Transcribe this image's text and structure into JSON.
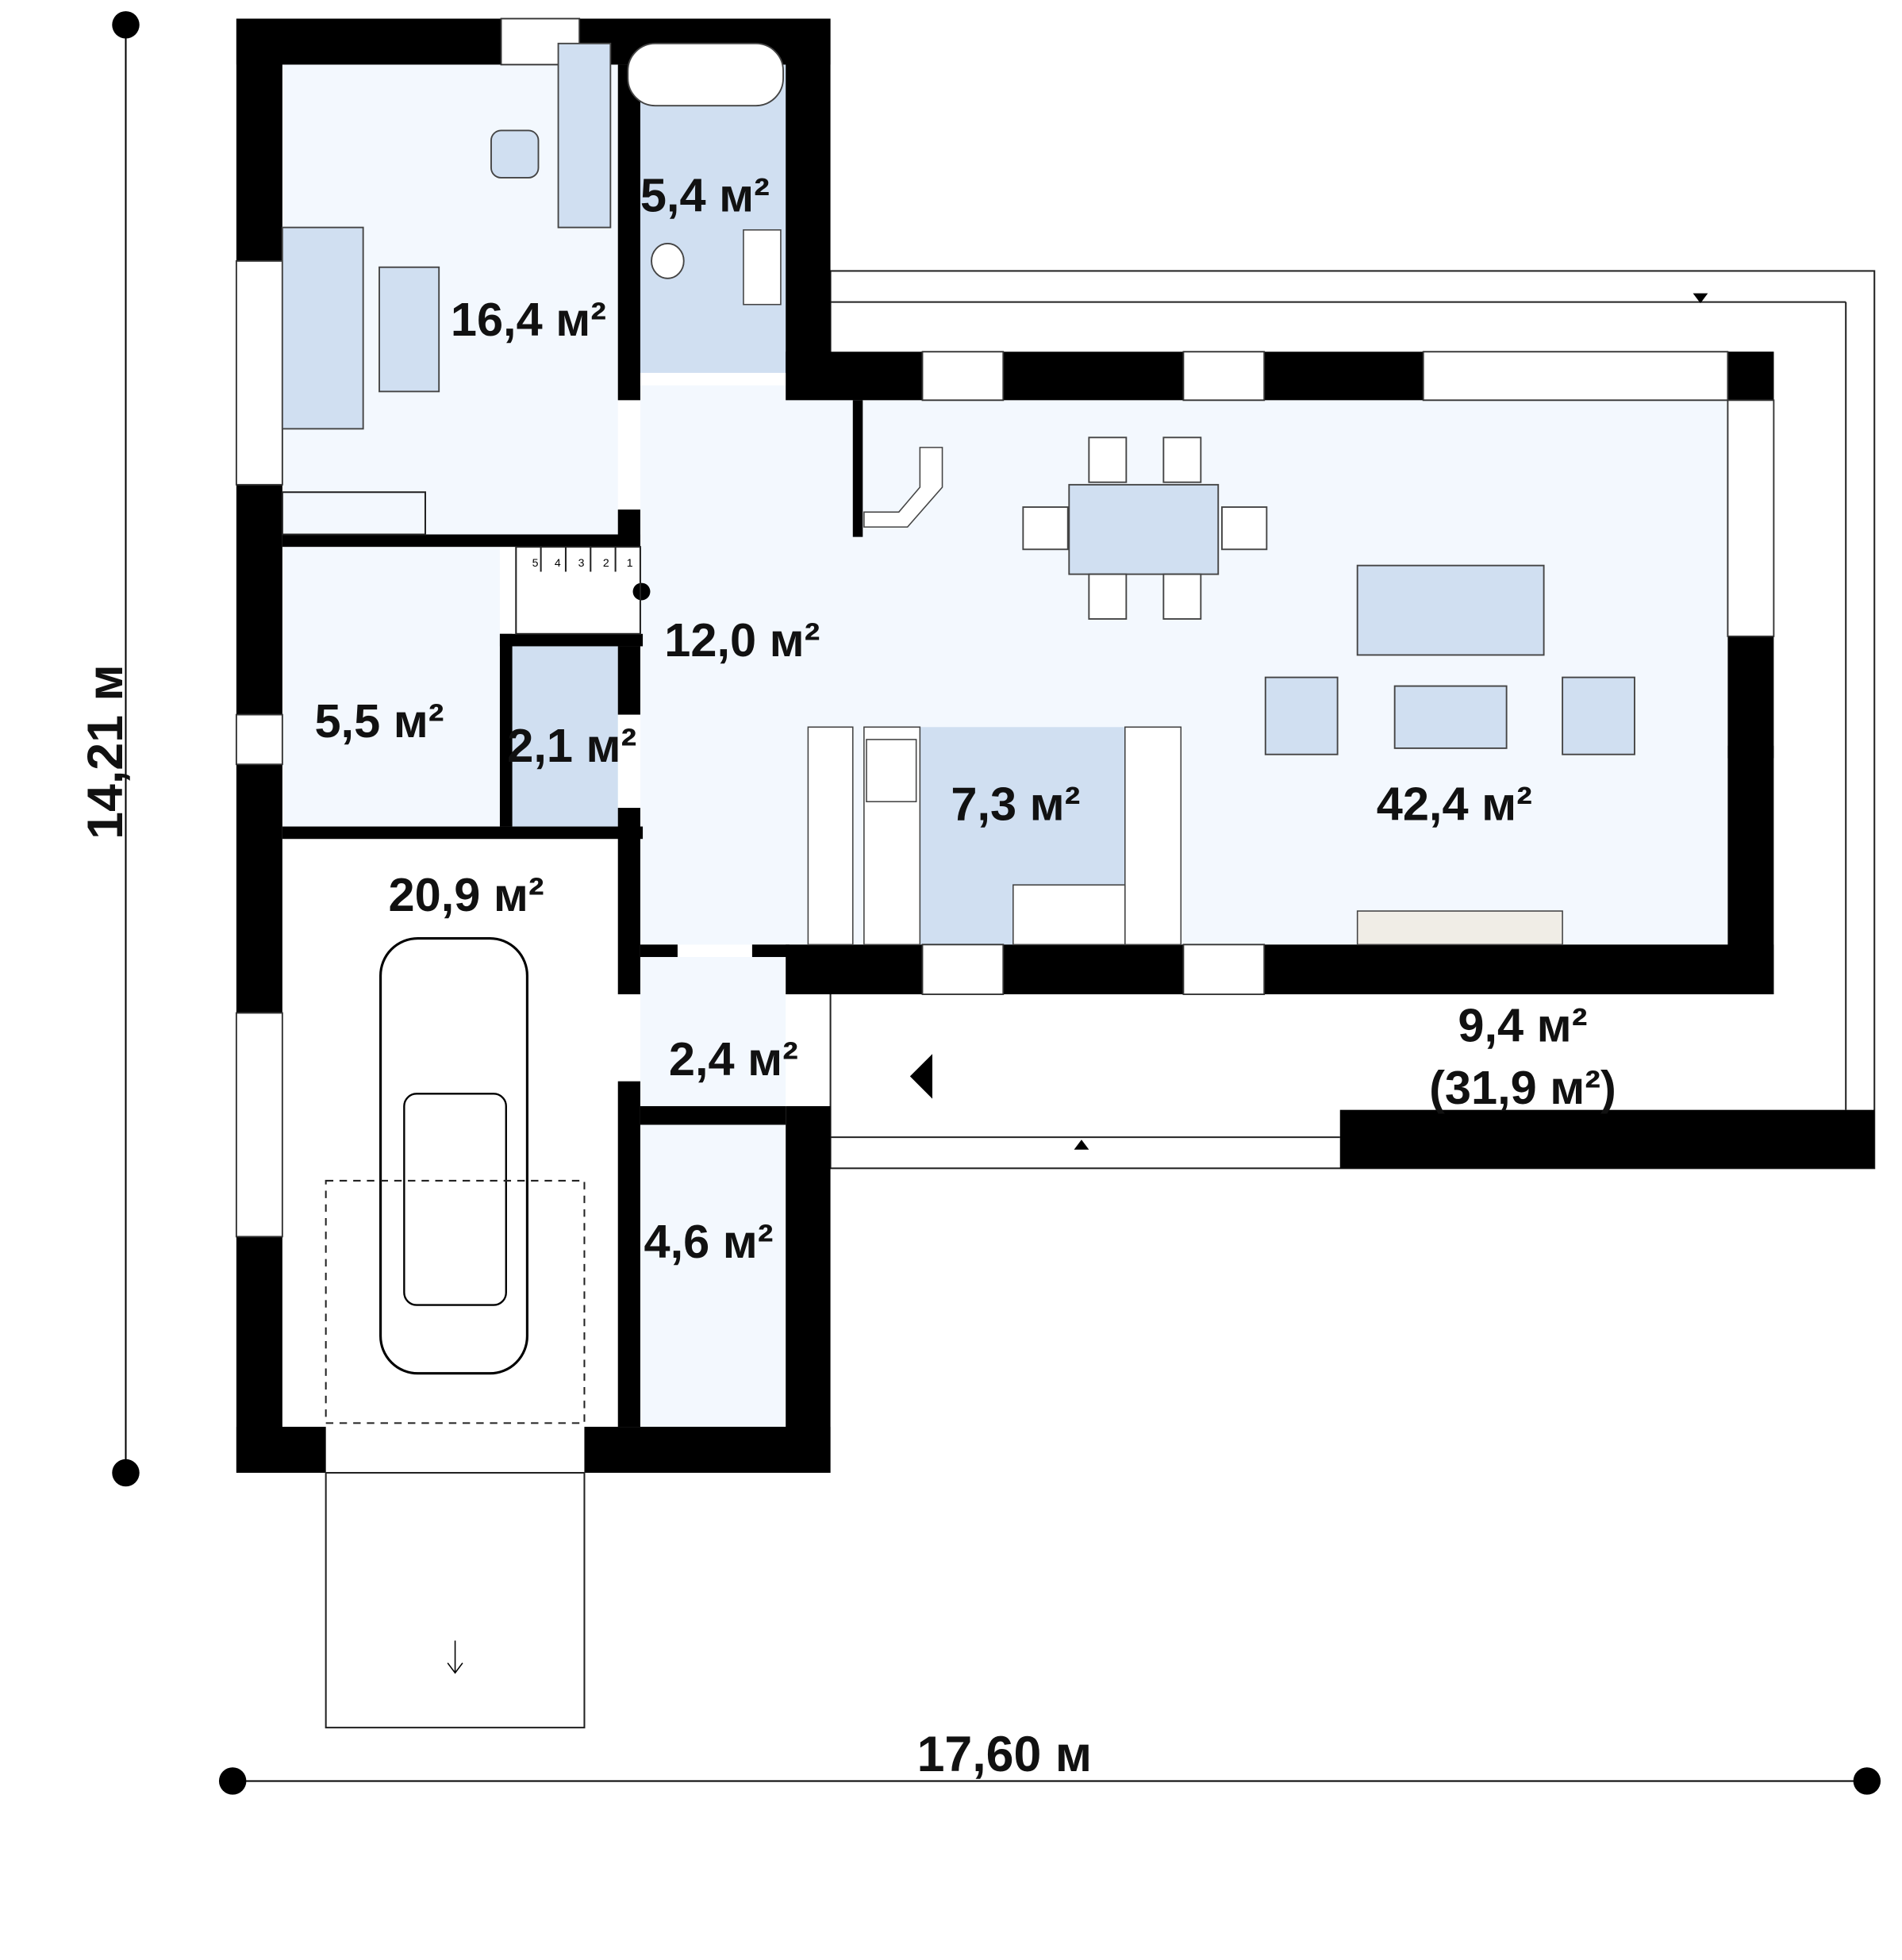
{
  "plan": {
    "dimensions": {
      "height": "14,21 м",
      "width": "17,60 м"
    },
    "rooms": [
      {
        "id": "study",
        "label": "16,4 м²"
      },
      {
        "id": "bathroom",
        "label": "5,4 м²"
      },
      {
        "id": "hall",
        "label": "12,0 м²"
      },
      {
        "id": "utility",
        "label": "5,5 м²"
      },
      {
        "id": "wc",
        "label": "2,1 м²"
      },
      {
        "id": "kitchen",
        "label": "7,3 м²"
      },
      {
        "id": "living",
        "label": "42,4 м²"
      },
      {
        "id": "garage",
        "label": "20,9 м²"
      },
      {
        "id": "vestibule",
        "label": "2,4 м²"
      },
      {
        "id": "storage",
        "label": "4,6 м²"
      },
      {
        "id": "terrace",
        "label": "9,4 м²"
      },
      {
        "id": "terrace-total",
        "label": "(31,9 м²)"
      }
    ],
    "stairs": [
      "1",
      "2",
      "3",
      "4",
      "5"
    ],
    "colors": {
      "wall": "#000000",
      "room": "#f3f8fe",
      "wet": "#d0dff1"
    }
  }
}
